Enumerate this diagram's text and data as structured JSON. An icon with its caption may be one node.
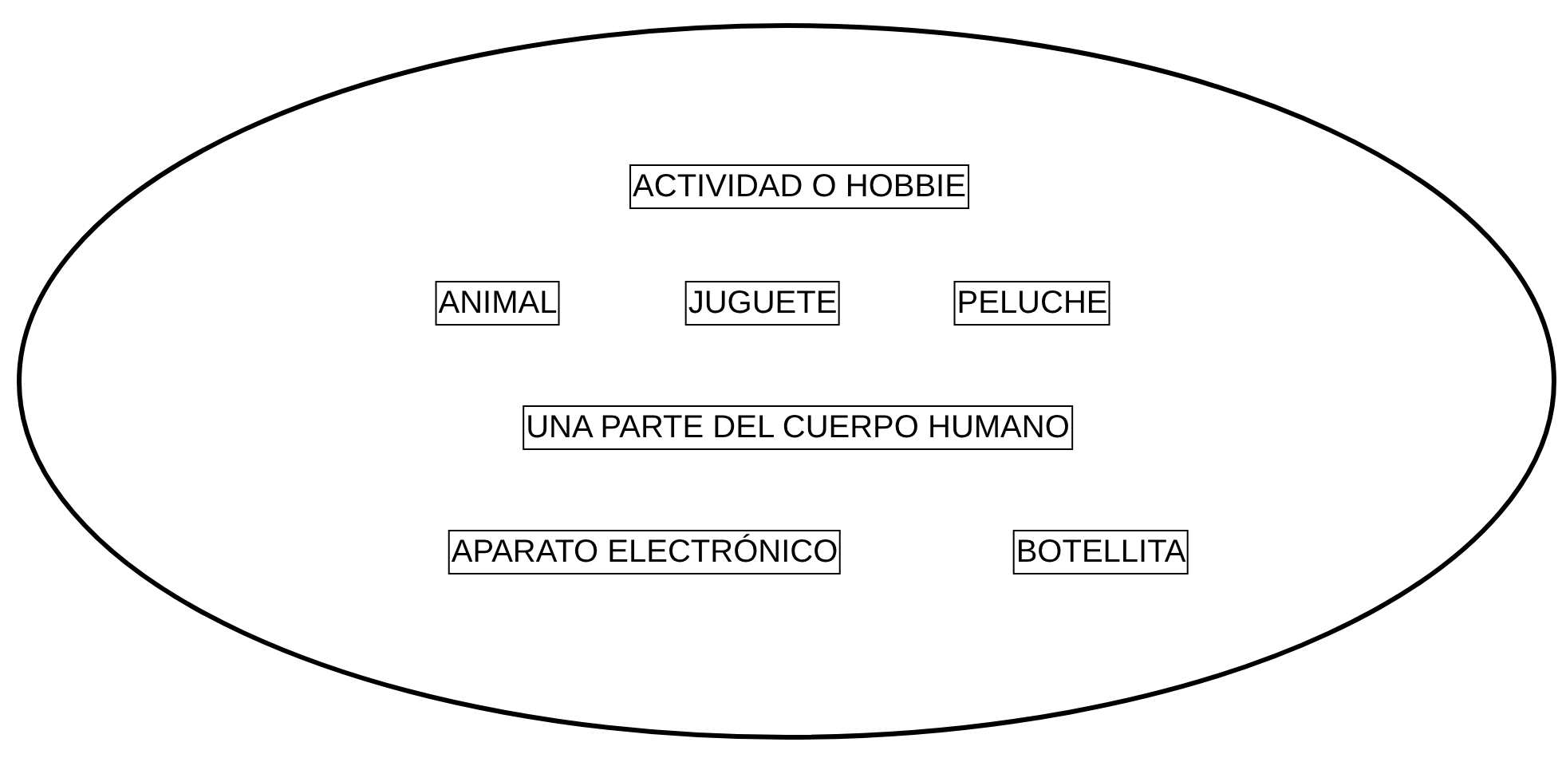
{
  "diagram": {
    "nodes": [
      {
        "text": [],
        "shape": "ellipse"
      },
      {
        "text": [
          "ACTIVIDAD O HOBBIE"
        ],
        "in": 0
      },
      {
        "text": [
          "ANIMAL"
        ],
        "in": 0
      },
      {
        "text": [
          "JUGUETE"
        ],
        "in": 0
      },
      {
        "text": [
          "PELUCHE"
        ],
        "in": 0
      },
      {
        "text": [
          "UNA PARTE DEL CUERPO HUMANO"
        ],
        "in": 0
      },
      {
        "text": [
          "APARATO ELECTRÓNICO"
        ],
        "in": 0
      },
      {
        "text": [
          "BOTELLITA"
        ],
        "in": 0
      }
    ]
  }
}
